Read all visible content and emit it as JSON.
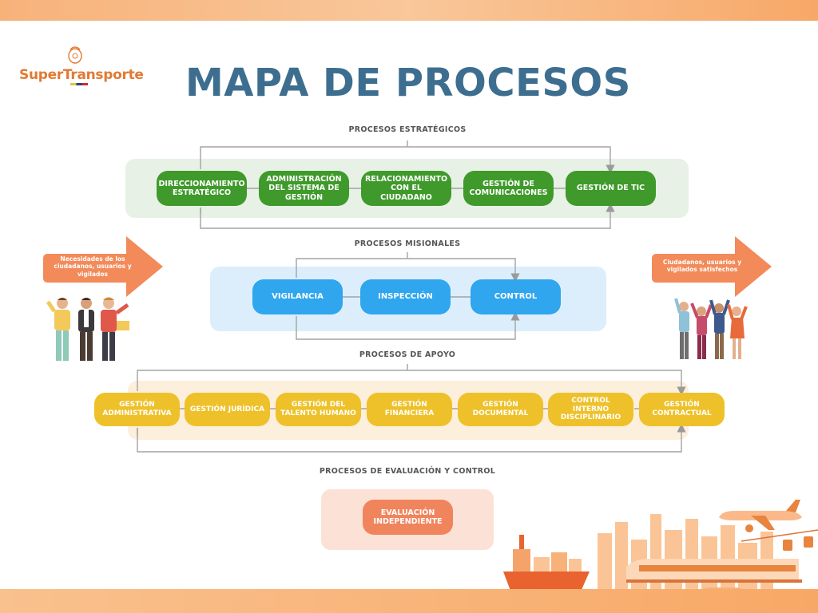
{
  "header": {
    "logo_text": "SuperTransporte",
    "title": "MAPA DE PROCESOS"
  },
  "sections": {
    "strategic": {
      "label": "PROCESOS  ESTRATÉGICOS",
      "items": [
        "DIRECCIONAMIENTO ESTRATÉGICO",
        "ADMINISTRACIÓN DEL SISTEMA DE GESTIÓN",
        "RELACIONAMIENTO CON EL CIUDADANO",
        "GESTIÓN DE COMUNICACIONES",
        "GESTIÓN DE TIC"
      ]
    },
    "missional": {
      "label": "PROCESOS MISIONALES",
      "items": [
        "VIGILANCIA",
        "INSPECCIÓN",
        "CONTROL"
      ]
    },
    "support": {
      "label": "PROCESOS DE APOYO",
      "items": [
        "GESTIÓN ADMINISTRATIVA",
        "GESTIÓN JURÍDICA",
        "GESTIÓN DEL TALENTO HUMANO",
        "GESTIÓN FINANCIERA",
        "GESTIÓN DOCUMENTAL",
        "CONTROL INTERNO DISCIPLINARIO",
        "GESTIÓN CONTRACTUAL"
      ]
    },
    "evaluation": {
      "label": "PROCESOS DE EVALUACIÓN Y CONTROL",
      "items": [
        "EVALUACIÓN INDEPENDIENTE"
      ]
    }
  },
  "input_arrow": {
    "text": "Necesidades de los ciudadanos, usuarios y vigilados"
  },
  "output_arrow": {
    "text": "Ciudadanos, usuarios y vigilados satisfechos"
  },
  "colors": {
    "title": "#3d6e8f",
    "strategic": "#3f9a2b",
    "missional": "#2fa6ee",
    "support": "#eec12a",
    "evaluation": "#f0845c",
    "arrow": "#f28a5a"
  }
}
